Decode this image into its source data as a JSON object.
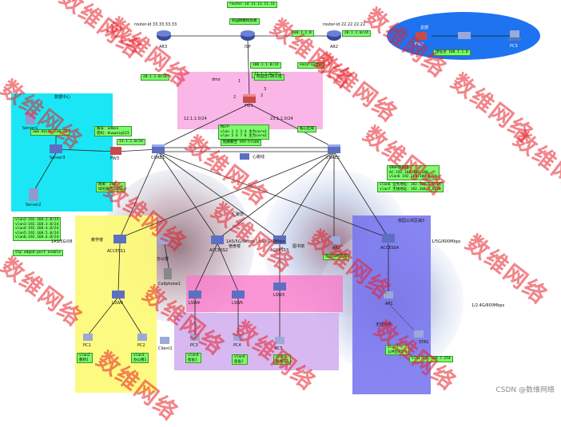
{
  "watermark": "数维网络",
  "credit": "CSDN @数维网络",
  "top": {
    "router_id_top": "router-id 11.11.11.11",
    "sim_title": "校园网模拟仿真",
    "ar3_id": "router-id 33.33.33.33",
    "ar2_id": "router-id 22.22.22.22",
    "isp_link_l": "10.1.1.0",
    "isp_link_r": "20.1.1.0/24",
    "ar3": "AR3",
    "isp": "ISP",
    "ar2": "AR2",
    "fw_link": "100.1.1.0/24",
    "fw_nat": "easy-ip出口",
    "dmz_net": "13.1.1.0/24",
    "site": "总部",
    "fw_name": "FW2",
    "pc_name": "PC3",
    "site_net": "地址池 100.1.1.0"
  },
  "fw_zone": {
    "title": "校园出口防火墙",
    "in_link": "20.1.1.0/24",
    "dmz": "dmz",
    "n1": "1",
    "n2": "2",
    "n3": "2",
    "n4": "3",
    "fw1": "FW1",
    "left_net": "12.1.1.0/24",
    "right_net": "23.1.1.0/24"
  },
  "dc": {
    "title": "数据中心",
    "server1": "Server1",
    "server2": "Server2",
    "server3": "Server3",
    "vlan": "www.baidu.com.cn",
    "fw3": "FW3",
    "login_user": "账号：admin",
    "login_pass": "密码：Huawei@123",
    "dc_net": "13.1.1.0/24",
    "dhcp": "网关：254",
    "dns": "域名服务：253"
  },
  "core": {
    "core1": "CORE1",
    "core2": "CORE2",
    "mstp": "MSTP",
    "inst": "vlan 1 2 3 4 主为core1",
    "inst2": "vlan 5 6 7 8 主为core2",
    "lag": "链路聚合 eth-trunk",
    "cluster": "核心区域",
    "heartbeat": "心跳线",
    "vrrp_t": "VRRP备份组",
    "vrrp1": "AC:192.168.100.100",
    "vrrp2": "vlan6 192.168.100.0/24",
    "vrrp3": "vlan6 业务地址：192.168.6.0/24",
    "vrrp4": "vlan7 无线地址：192.168.7.0/24"
  },
  "access": {
    "left_vlans": [
      "vlan2:192.168.2.0/24",
      "vlan3:192.168.3.0/24",
      "vlan4:192.168.4.0/24",
      "vlan5:192.168.5.0/24",
      "vlan6:192.168.6.0/24"
    ],
    "bpdu": "stp edged-port enable",
    "teach": "教学楼",
    "acc1": "ACCESS1",
    "acc2": "ACCESS2",
    "acc3": "ACCESS3",
    "acc4": "ACCESS4",
    "acc_label": "汇聚层",
    "dorm": "宿舍楼",
    "lib": "图书馆",
    "ap": "AP2",
    "wifi_label": "校园公共区域",
    "net_a": "1AS/5G/0Mbps",
    "net_b": "1AS/5G/0Mbps",
    "net_c": "1/5G/600Mbps",
    "net_d": "1/2.4G/600Mbps",
    "net_e": "1AS/5G/08",
    "lsw6": "LSW6",
    "lsw4": "LSW4",
    "lsw5": "LSW5",
    "lsw3": "LSW3",
    "cloud": "Cellphone1",
    "public": "校园公共区域3",
    "office": "办公楼",
    "ap1": "AP1",
    "wifi_name": "无线网络",
    "pc1": "PC1",
    "pc2": "PC2",
    "client": "Client1",
    "pc3": "PC3",
    "pc4": "PC4",
    "pc5": "PC5",
    "sta": "STA1",
    "vlan2": "vlan2",
    "vlan2_d": "教师1",
    "vlan3": "vlan3",
    "vlan3_d": "办公楼1",
    "vlan4": "vlan4",
    "vlan4_d": "宿舍1",
    "vlan5": "vlan4",
    "vlan5_d": "宿舍2",
    "vlan6": "vlan5",
    "vlan6_d": "图书馆1",
    "vlan7": "vlan7",
    "vlan7_d": "公共区WIFI",
    "sta_ip": "STA1 192.168.7.254"
  },
  "colors": {
    "cyan": "#1ae6f5",
    "pink": "#f9b2e6",
    "yellow": "#fdfa7a",
    "purple": "#d3b0ee",
    "blue": "#7a78f0",
    "isp_blue": "#1e73f0",
    "watermark": "#e8202a"
  }
}
